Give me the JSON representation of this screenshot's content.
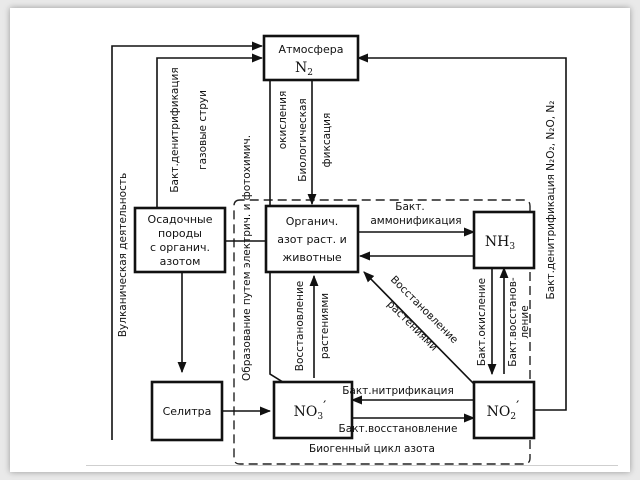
{
  "diagram": {
    "nodes": {
      "atmosphere": {
        "title": "Атмосфера",
        "formula": "N",
        "sub": "2"
      },
      "organic": {
        "lines": [
          "Органич.",
          "азот раст. и",
          "животные"
        ]
      },
      "nh3": {
        "formula": "NH",
        "sub": "3"
      },
      "sediment": {
        "lines": [
          "Осадочные",
          "породы",
          "с органич.",
          "азотом"
        ]
      },
      "selitra": {
        "label": "Селитра"
      },
      "no3": {
        "formula": "NO",
        "sub": "3",
        "prime": "′"
      },
      "no2": {
        "formula": "NO",
        "sub": "2",
        "prime": "′"
      }
    },
    "labels": {
      "volcanic": "Вулканическая деятельность",
      "denit_left_1": "Бакт.денитрификация",
      "denit_left_2": "газовые струи",
      "oxidation_1": "окисления",
      "oxidation_2": "Образование путем электрич. и фотохимич.",
      "bio_fix_1": "Биологическая",
      "bio_fix_2": "фиксация",
      "ammonif_1": "Бакт.",
      "ammonif_2": "аммонификация",
      "restore_plants_1": "Восстановление",
      "restore_plants_2": "растениями",
      "diag_1": "Восстановление",
      "diag_2": "растениями",
      "bact_oxid": "Бакт.окисление",
      "bact_restore_1": "Бакт.восстанов-",
      "bact_restore_2": "ление",
      "nitrif": "Бакт.нитрификация",
      "bact_restore_bottom": "Бакт.восстановление",
      "cycle": "Биогенный цикл азота",
      "denit_right": "Бакт.денитрификация N₂O₂, N₂O, N₂"
    }
  }
}
